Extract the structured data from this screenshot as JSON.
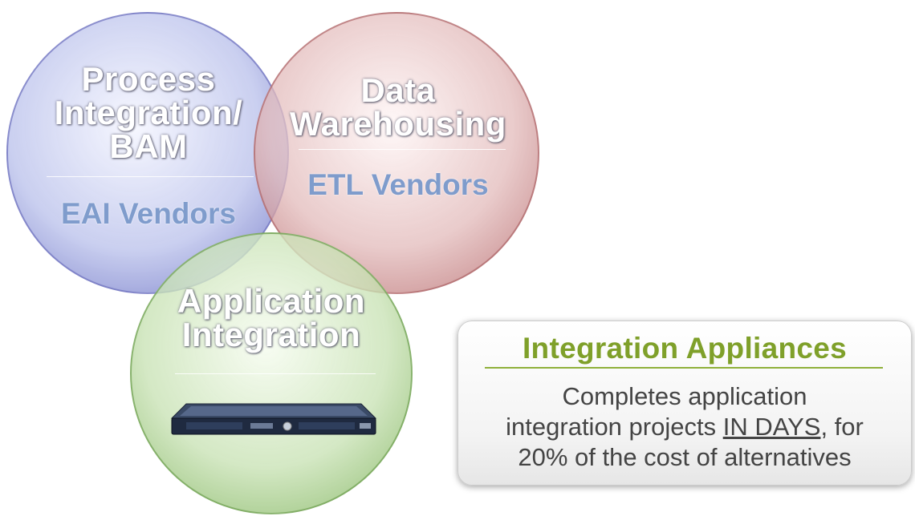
{
  "circles": {
    "blue": {
      "title_lines": [
        "Process",
        "Integration/",
        "BAM"
      ],
      "vendor": "EAI Vendors",
      "color": "#8086cd"
    },
    "red": {
      "title_lines": [
        "Data",
        "Warehousing"
      ],
      "vendor": "ETL Vendors",
      "color": "#be787a"
    },
    "green": {
      "title_lines": [
        "Application",
        "Integration"
      ],
      "image": "server-appliance-icon",
      "color": "#8ebc6e"
    }
  },
  "callout": {
    "title": "Integration Appliances",
    "body_line1": "Completes application",
    "body_line2_pre": "integration projects ",
    "body_line2_emph": "IN DAYS",
    "body_line2_post": ", for",
    "body_line3": "20% of the cost of alternatives",
    "accent_color": "#7fa02a"
  }
}
